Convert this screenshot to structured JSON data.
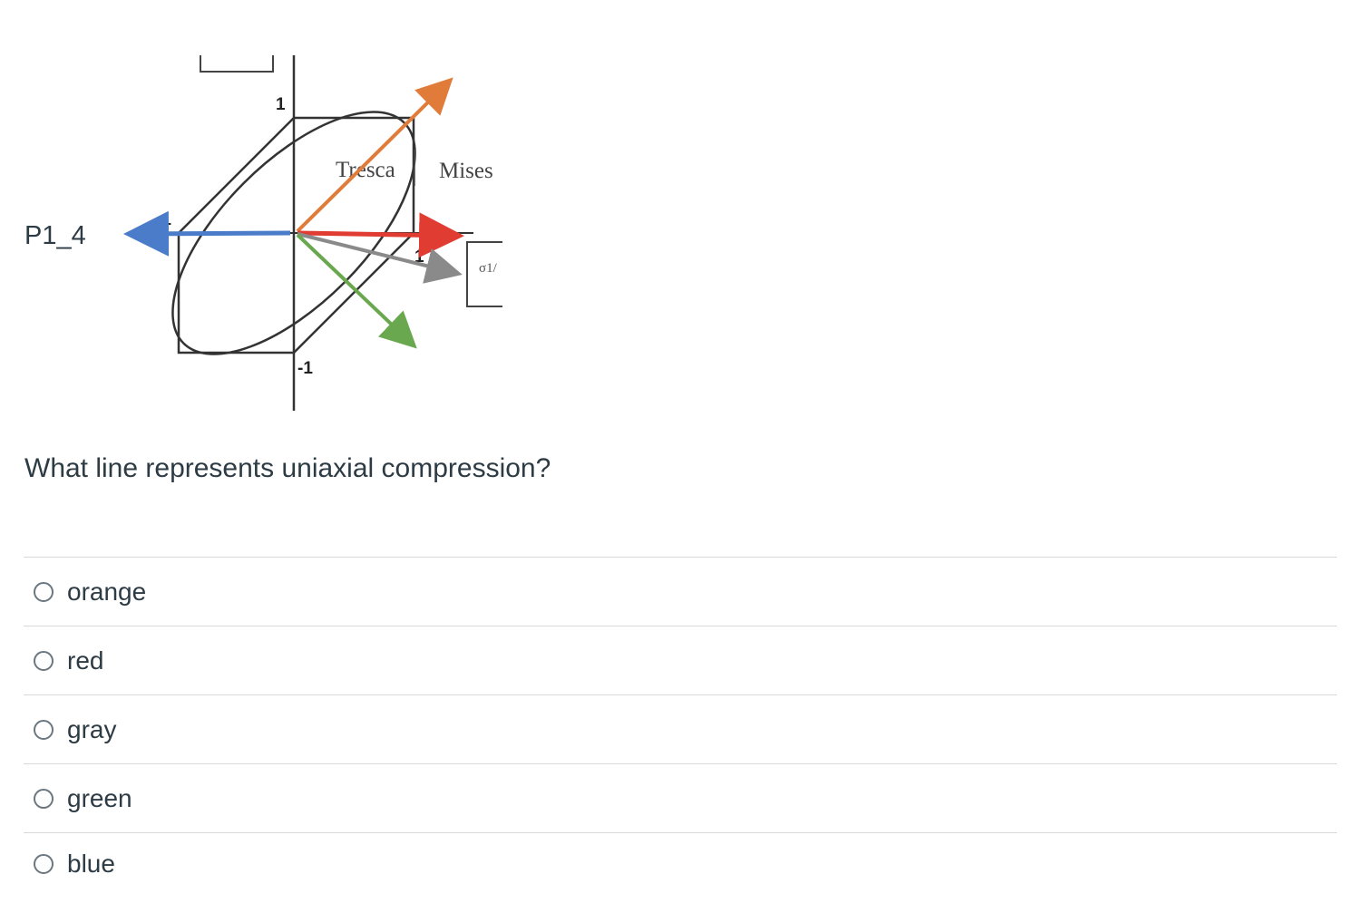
{
  "question": {
    "label": "P1_4",
    "prompt": "What line represents uniaxial compression?"
  },
  "figure": {
    "labels": {
      "tresca": "Tresca",
      "mises": "Mises",
      "tick_pos_y": "1",
      "tick_neg_y": "-1",
      "tick_pos_x": "1",
      "tick_neg_x": "-1",
      "sigma": "σ1/"
    },
    "arrow_colors": {
      "orange": "#e07b39",
      "red": "#e03c31",
      "gray": "#8a8a8a",
      "green": "#6aa84f",
      "blue": "#4a7cc9"
    }
  },
  "answers": [
    {
      "label": "orange"
    },
    {
      "label": "red"
    },
    {
      "label": "gray"
    },
    {
      "label": "green"
    },
    {
      "label": "blue"
    }
  ]
}
